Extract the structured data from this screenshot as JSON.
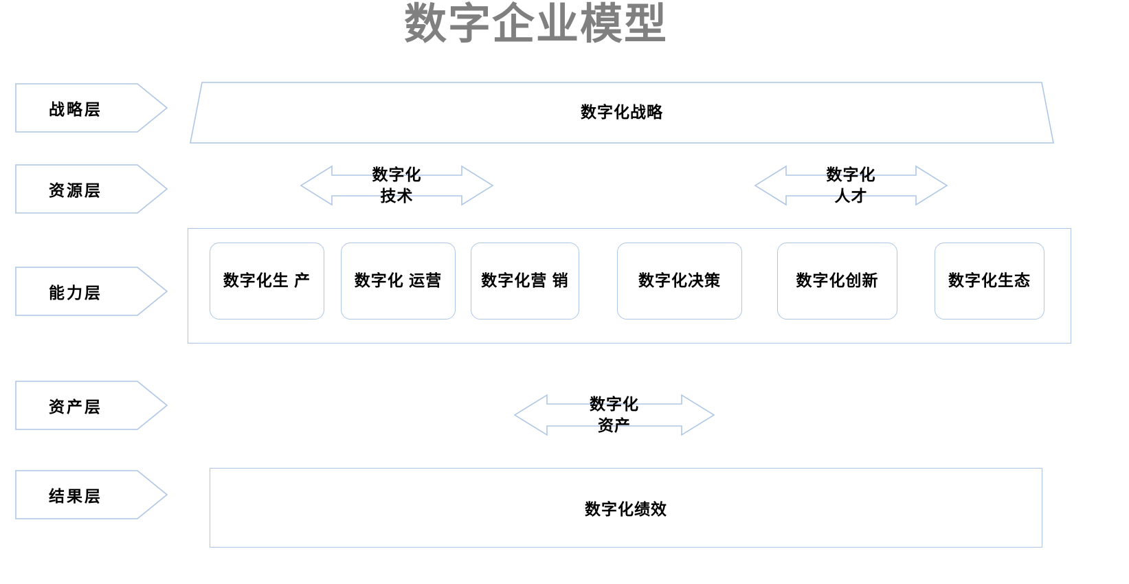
{
  "title": "数字企业模型",
  "colors": {
    "shape_border": "#adc6e5",
    "title_text": "#808080",
    "body_text": "#000000",
    "background": "#ffffff"
  },
  "layer_labels": [
    {
      "id": "strategy",
      "label": "战略层"
    },
    {
      "id": "resource",
      "label": "资源层"
    },
    {
      "id": "capability",
      "label": "能力层"
    },
    {
      "id": "asset",
      "label": "资产层"
    },
    {
      "id": "result",
      "label": "结果层"
    }
  ],
  "strategy_layer": {
    "shape": "trapezoid",
    "label": "数字化战略"
  },
  "resource_layer": {
    "shape": "left-right-arrow",
    "items": [
      {
        "id": "tech",
        "label": "数字化\n技术"
      },
      {
        "id": "talent",
        "label": "数字化\n人才"
      }
    ]
  },
  "capability_layer": {
    "shape": "rounded-rect-group",
    "items": [
      {
        "id": "production",
        "label": "数字化生\n产"
      },
      {
        "id": "operation",
        "label": "数字化\n运营"
      },
      {
        "id": "marketing",
        "label": "数字化营\n销"
      },
      {
        "id": "decision",
        "label": "数字化决策"
      },
      {
        "id": "innovation",
        "label": "数字化创新"
      },
      {
        "id": "ecology",
        "label": "数字化生态"
      }
    ]
  },
  "asset_layer": {
    "shape": "left-right-arrow",
    "label": "数字化\n资产"
  },
  "result_layer": {
    "shape": "rectangle",
    "label": "数字化绩效"
  }
}
